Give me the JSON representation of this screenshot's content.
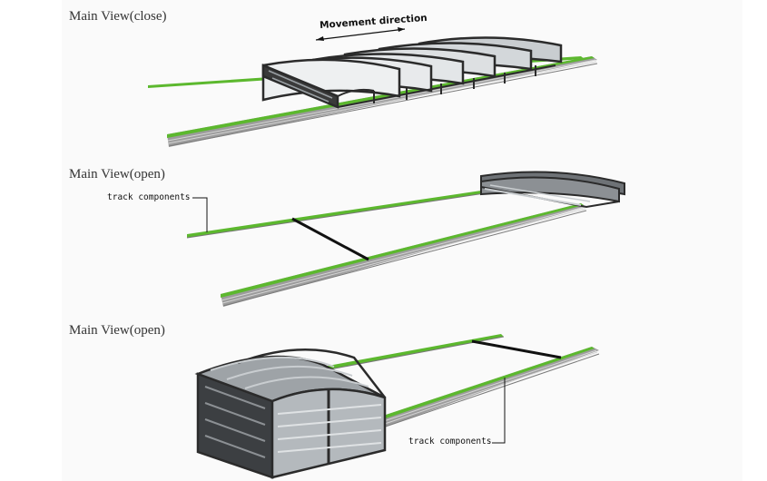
{
  "diagram": {
    "views": [
      {
        "title": "Main View(close)",
        "state": "closed"
      },
      {
        "title": "Main View(open)",
        "state": "open",
        "callout": "track components"
      },
      {
        "title": "Main View(open)",
        "state": "open",
        "callout": "track components"
      }
    ],
    "movement_label": "Movement direction",
    "colors": {
      "track_green": "#5cb82e",
      "track_gray": "#a8a8a8",
      "frame": "#2b2b2b",
      "glass": "#d9dde0",
      "glass_dark": "#8c9094",
      "panel_bg": "#fafafa"
    }
  }
}
